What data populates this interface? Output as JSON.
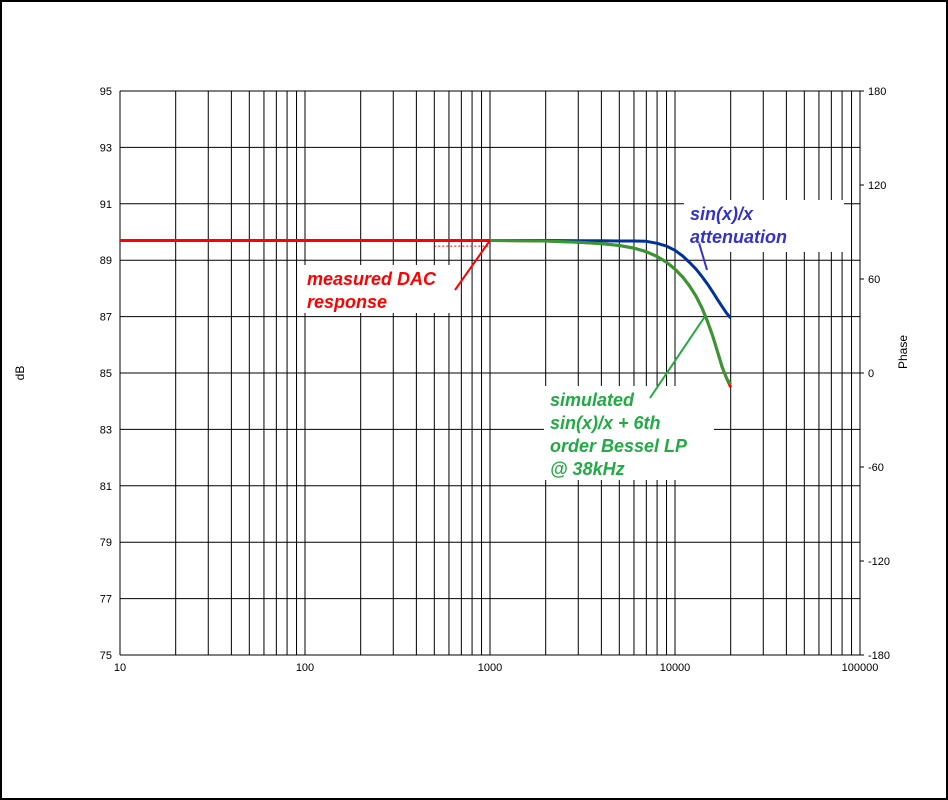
{
  "chart_data": {
    "type": "line",
    "xscale": "log",
    "xlim": [
      10,
      100000
    ],
    "ylim": [
      75,
      95
    ],
    "y2lim": [
      -180,
      180
    ],
    "ylabel": "dB",
    "y2label": "Phase",
    "xlabel": "",
    "grid": true,
    "x_ticks": [
      "10",
      "100",
      "1000",
      "10000",
      "100000"
    ],
    "y_ticks": [
      "75",
      "77",
      "79",
      "81",
      "83",
      "85",
      "87",
      "89",
      "91",
      "93",
      "95"
    ],
    "y2_ticks": [
      "-180",
      "-120",
      "-60",
      "0",
      "60",
      "120",
      "180"
    ],
    "series": [
      {
        "name": "",
        "color": "#ff0000",
        "x": [
          10,
          100,
          1000,
          2000,
          3000,
          4000,
          5000,
          6000,
          7000,
          8000,
          9000,
          10000,
          11000,
          12000,
          13000,
          14000,
          15000,
          16000,
          17000,
          18000,
          19000,
          20000
        ],
        "y": [
          89.7,
          89.7,
          89.7,
          89.68,
          89.64,
          89.59,
          89.52,
          89.43,
          89.3,
          89.13,
          88.93,
          88.68,
          88.4,
          88.08,
          87.72,
          87.3,
          86.82,
          86.3,
          85.75,
          85.2,
          84.82,
          84.5
        ]
      },
      {
        "name": "",
        "color": "#003399",
        "x": [
          1000,
          2000,
          3000,
          4000,
          5000,
          6000,
          7000,
          8000,
          9000,
          10000,
          11000,
          12000,
          13000,
          14000,
          15000,
          16000,
          17000,
          18000,
          19000,
          20000
        ],
        "y": [
          89.7,
          89.7,
          89.69,
          89.69,
          89.68,
          89.68,
          89.67,
          89.6,
          89.5,
          89.35,
          89.15,
          88.92,
          88.68,
          88.42,
          88.15,
          87.87,
          87.6,
          87.35,
          87.12,
          86.95
        ]
      },
      {
        "name": "",
        "color": "#339933",
        "x": [
          1000,
          2000,
          3000,
          4000,
          5000,
          6000,
          7000,
          8000,
          9000,
          10000,
          11000,
          12000,
          13000,
          14000,
          15000,
          16000,
          17000,
          18000,
          19000,
          20000
        ],
        "y": [
          89.7,
          89.68,
          89.64,
          89.59,
          89.52,
          89.43,
          89.3,
          89.13,
          88.93,
          88.68,
          88.4,
          88.08,
          87.72,
          87.3,
          86.82,
          86.3,
          85.75,
          85.22,
          84.8,
          84.6
        ]
      },
      {
        "name": "",
        "color": "#ff0000",
        "dashed": true,
        "x": [
          500,
          1000
        ],
        "y": [
          89.5,
          89.5
        ]
      }
    ],
    "annotations": [
      {
        "lines": [
          "measured DAC",
          "response"
        ],
        "color": "#ff0000",
        "arrow_to": {
          "x": 1000,
          "y": 89.7
        }
      },
      {
        "lines": [
          "sin(x)/x",
          "attenuation"
        ],
        "color": "#3333cc",
        "arrow_to": {
          "x": 13500,
          "y": 89.6
        }
      },
      {
        "lines": [
          "simulated",
          "sin(x)/x + 6th",
          "order Bessel LP",
          "@ 38kHz"
        ],
        "color": "#22aa44",
        "arrow_to": {
          "x": 14500,
          "y": 87.0
        }
      }
    ]
  }
}
